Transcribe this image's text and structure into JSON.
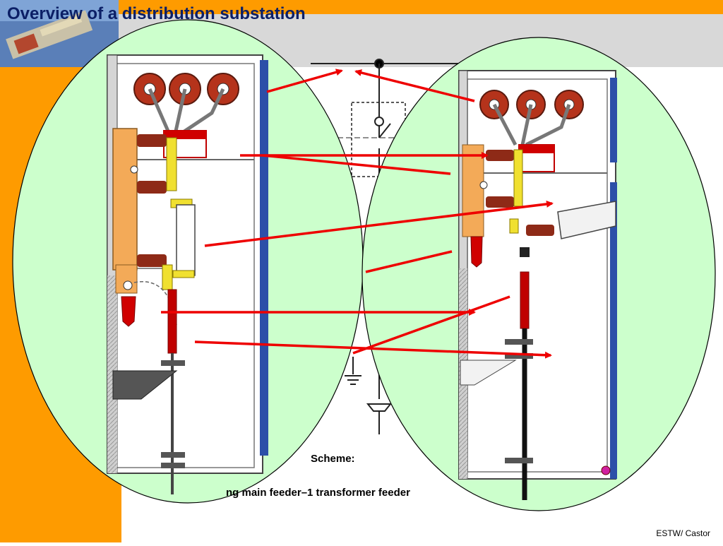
{
  "slide": {
    "title": "Overview of a distribution substation",
    "scheme_label": "Scheme:",
    "feeder_caption": "ng main feeder–1 transformer feeder",
    "footer": "ESTW/ Castor"
  },
  "colors": {
    "orange_sidebar": "#fe9b00",
    "header_band": "#d8d8d8",
    "ellipse_fill": "#ccffcc",
    "arrow": "#ee0000",
    "insulator": "#b5331b",
    "mechanism": "#f3aa58",
    "busbar": "#f0e030",
    "cable_head": "#c00000",
    "door_blue": "#2c4fa8",
    "frame": "#444444"
  },
  "icons": [
    "slide-thumbnail-photo",
    "earth-ground-symbol",
    "cable-termination-symbol",
    "pink-marker-icon"
  ]
}
